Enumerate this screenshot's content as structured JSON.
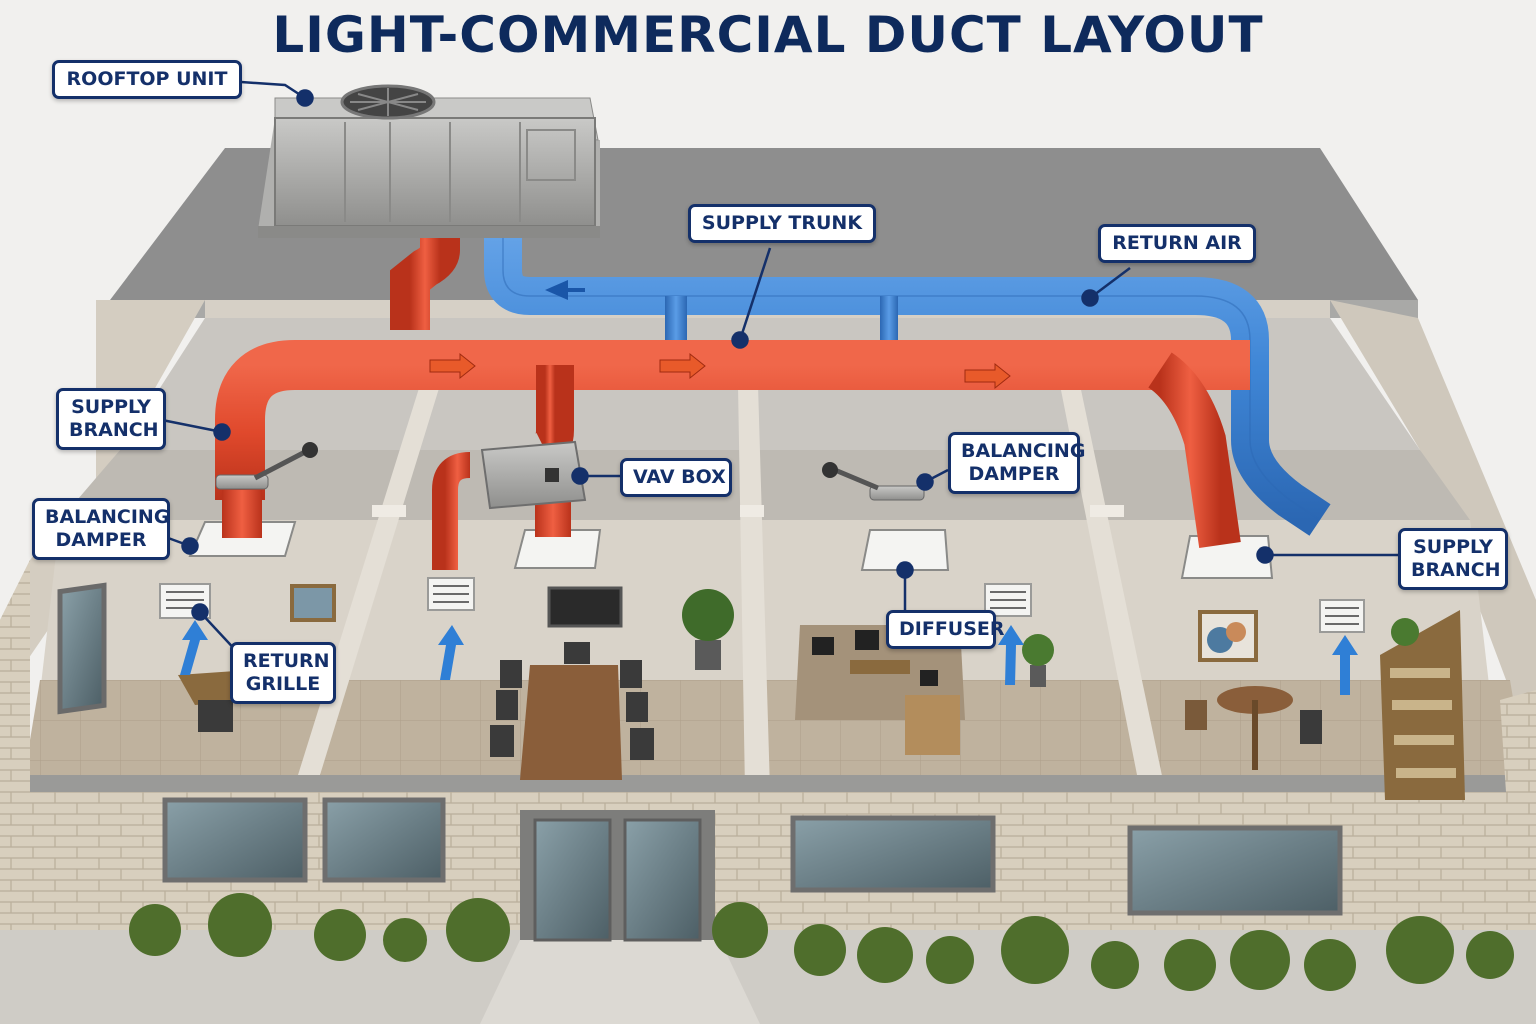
{
  "title": "LIGHT-COMMERCIAL DUCT LAYOUT",
  "labels": {
    "rooftop_unit": "ROOFTOP UNIT",
    "supply_trunk": "SUPPLY TRUNK",
    "return_air": "RETURN AIR",
    "supply_branch_left": [
      "SUPPLY",
      "BRANCH"
    ],
    "balancing_damper_left": [
      "BALANCING",
      "DAMPER"
    ],
    "vav_box": "VAV BOX",
    "balancing_damper_right": [
      "BALANCING",
      "DAMPER"
    ],
    "diffuser": "DIFFUSER",
    "return_grille": [
      "RETURN",
      "GRILLE"
    ],
    "supply_branch_right": [
      "SUPPLY",
      "BRANCH"
    ]
  },
  "colors": {
    "title": "#0e2a5c",
    "label_border": "#14306a",
    "supply_duct": "#e0492c",
    "return_duct": "#3f86d6",
    "roof": "#8e8e8e",
    "wall": "#d9d3c9",
    "brick": "#d8cfbe",
    "floor": "#b8aa96"
  },
  "icons": [
    "fan-icon",
    "air-flow-arrow-icon",
    "shrub-icon",
    "plant-icon"
  ]
}
